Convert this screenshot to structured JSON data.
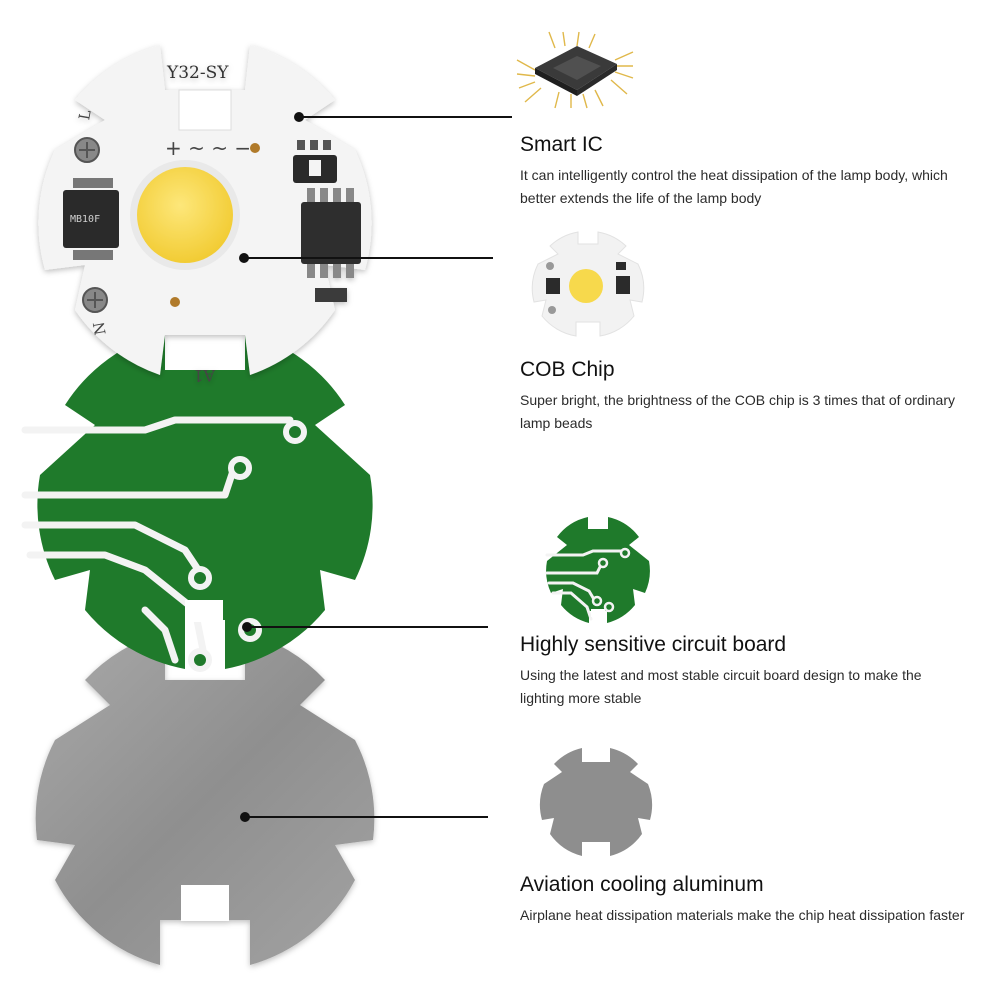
{
  "board": {
    "model_marking": "Y32-SY",
    "pin_l": "L",
    "pin_n": "N",
    "polarity": "+ ~ ~ −",
    "ic_marking": "MB10F",
    "bottom_marking": "A1"
  },
  "features": [
    {
      "title": "Smart IC",
      "description": "It can intelligently control the heat dissipation of the lamp body, which better extends the life of the lamp body",
      "icon": "chip-icon"
    },
    {
      "title": "COB Chip",
      "description": "Super bright, the brightness of the COB chip is 3 times that of ordinary lamp beads",
      "icon": "cob-board-icon"
    },
    {
      "title": "Highly sensitive circuit board",
      "description": "Using the latest and most stable circuit board design to make the lighting more stable",
      "icon": "circuit-board-icon"
    },
    {
      "title": "Aviation cooling aluminum",
      "description": "Airplane heat dissipation materials make the chip heat dissipation faster",
      "icon": "aluminum-plate-icon"
    }
  ],
  "colors": {
    "pcb_green": "#1f7a2b",
    "trace_white": "#f3f3f3",
    "cob_yellow": "#f7d94c",
    "aluminum_gray": "#9a9a9a",
    "board_white": "#f4f4f4",
    "chip_dark": "#2b2b2b"
  }
}
